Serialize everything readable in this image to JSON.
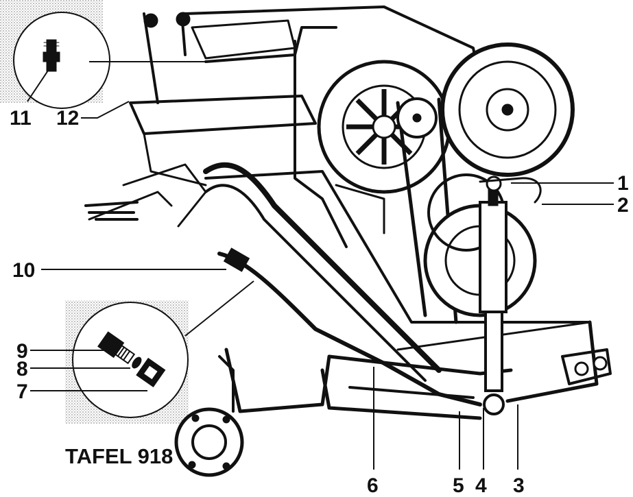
{
  "diagram": {
    "title": "TAFEL 918",
    "callouts": [
      {
        "id": "1",
        "text": "1"
      },
      {
        "id": "2",
        "text": "2"
      },
      {
        "id": "3",
        "text": "3"
      },
      {
        "id": "4",
        "text": "4"
      },
      {
        "id": "5",
        "text": "5"
      },
      {
        "id": "6",
        "text": "6"
      },
      {
        "id": "7",
        "text": "7"
      },
      {
        "id": "8",
        "text": "8"
      },
      {
        "id": "9",
        "text": "9"
      },
      {
        "id": "10",
        "text": "10"
      },
      {
        "id": "11",
        "text": "11"
      },
      {
        "id": "12",
        "text": "12"
      }
    ]
  }
}
